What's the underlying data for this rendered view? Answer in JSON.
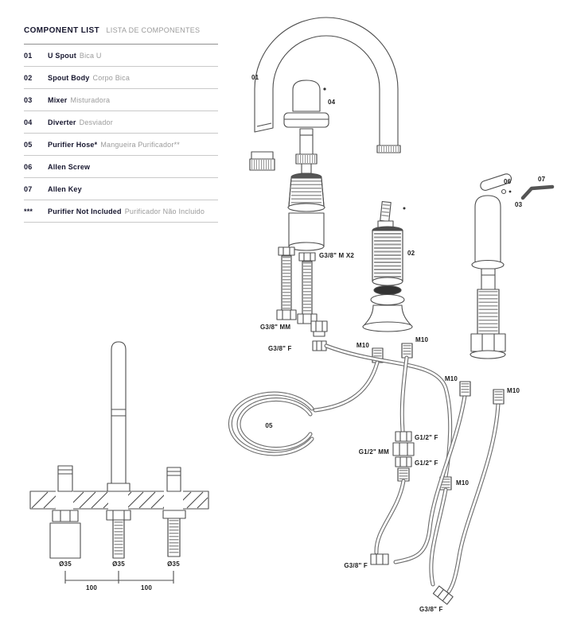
{
  "component_list": {
    "title_en": "COMPONENT LIST",
    "title_pt": "LISTA DE COMPONENTES",
    "items": [
      {
        "num": "01",
        "en": "U Spout",
        "pt": "Bica U"
      },
      {
        "num": "02",
        "en": "Spout Body",
        "pt": "Corpo Bica"
      },
      {
        "num": "03",
        "en": "Mixer",
        "pt": "Misturadora"
      },
      {
        "num": "04",
        "en": "Diverter",
        "pt": "Desviador"
      },
      {
        "num": "05",
        "en": "Purifier Hose*",
        "pt": "Mangueira Purificador**"
      },
      {
        "num": "06",
        "en": "Allen Screw",
        "pt": ""
      },
      {
        "num": "07",
        "en": "Allen Key",
        "pt": ""
      },
      {
        "num": "***",
        "en": "Purifier Not Included",
        "pt": "Purificador Não Incluido"
      }
    ]
  },
  "diagram": {
    "parts": {
      "p01": "01",
      "p02": "02",
      "p03": "03",
      "p04": "04",
      "p05": "05",
      "p06": "06",
      "p07": "07"
    },
    "threads": {
      "g38mx2": "G3/8\" M X2",
      "g38mm": "G3/8\" MM",
      "g38f": "G3/8\" F",
      "g12f": "G1/2\" F",
      "g12mm": "G1/2\" MM",
      "m10": "M10"
    },
    "dims": {
      "hole": "Ø35",
      "spacing": "100"
    }
  }
}
